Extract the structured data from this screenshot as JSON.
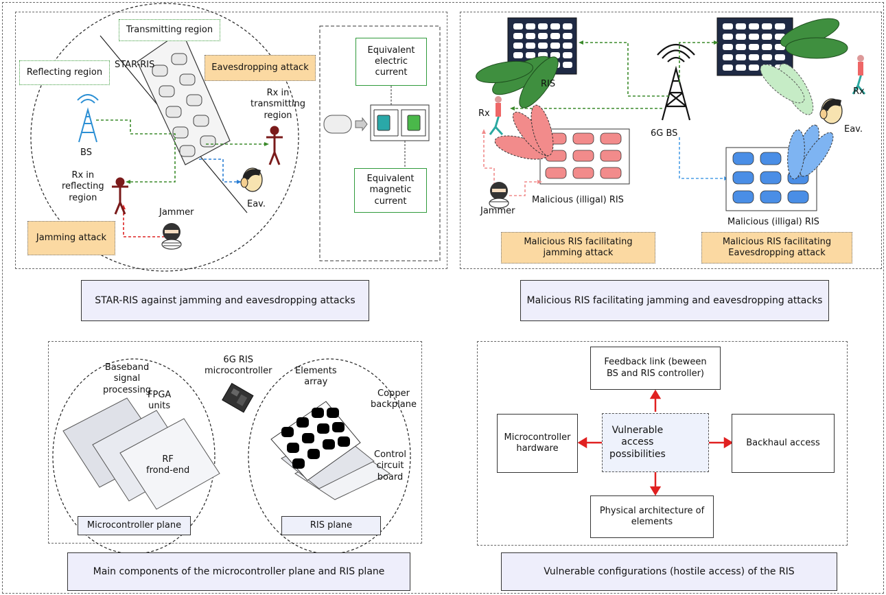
{
  "panel_tl": {
    "transmitting_region": "Transmitting region",
    "reflecting_region": "Reflecting region",
    "star_ris": "STAR-RIS",
    "eavesdropping_attack": "Eavesdropping attack",
    "rx_transmitting": "Rx in\ntransmitting\nregion",
    "bs": "BS",
    "rx_reflecting": "Rx in\nreflecting\nregion",
    "jammer": "Jammer",
    "eav": "Eav.",
    "jamming_attack": "Jamming attack",
    "equiv_electric": "Equivalent\nelectric\ncurrent",
    "equiv_magnetic": "Equivalent\nmagnetic\ncurrent"
  },
  "panel_tr": {
    "ris": "RIS",
    "rx_left": "Rx",
    "rx_right": "Rx",
    "bs_6g": "6G BS",
    "eav": "Eav.",
    "jammer": "Jammer",
    "malicious_ris_1": "Malicious (illigal) RIS",
    "malicious_ris_2": "Malicious (illigal) RIS",
    "jam_box": "Malicious RIS facilitating\njamming attack",
    "eav_box": "Malicious RIS facilitating\nEavesdropping attack"
  },
  "panel_bl": {
    "baseband": "Baseband\nsignal\nprocessing",
    "fpga": "FPGA\nunits",
    "rf": "RF\nfrond-end",
    "microcontroller_6g": "6G RIS\nmicrocontroller",
    "elements_array": "Elements\narray",
    "copper": "Copper\nbackplane",
    "control": "Control\ncircuit\nboard",
    "micro_plane": "Microcontroller plane",
    "ris_plane": "RIS plane"
  },
  "panel_br": {
    "feedback": "Feedback link (beween\nBS and RIS controller)",
    "micro_hw": "Microcontroller\nhardware",
    "vulnerable": "Vulnerable\naccess\npossibilities",
    "backhaul": "Backhaul access",
    "physical": "Physical architecture of\nelements"
  },
  "captions": {
    "tl": "STAR-RIS against jamming and eavesdropping attacks",
    "tr": "Malicious RIS facilitating jamming and eavesdropping attacks",
    "bl": "Main components of the microcontroller plane and RIS plane",
    "br": "Vulnerable configurations (hostile access) of the RIS"
  },
  "colors": {
    "orange": "#fbd9a2",
    "caption_bg": "#eeeefb",
    "green_leaf": "#3f8f3f",
    "red_arrow": "#e02020",
    "blue_ris": "#4a8ee6",
    "pink_ris": "#f28b8b"
  }
}
